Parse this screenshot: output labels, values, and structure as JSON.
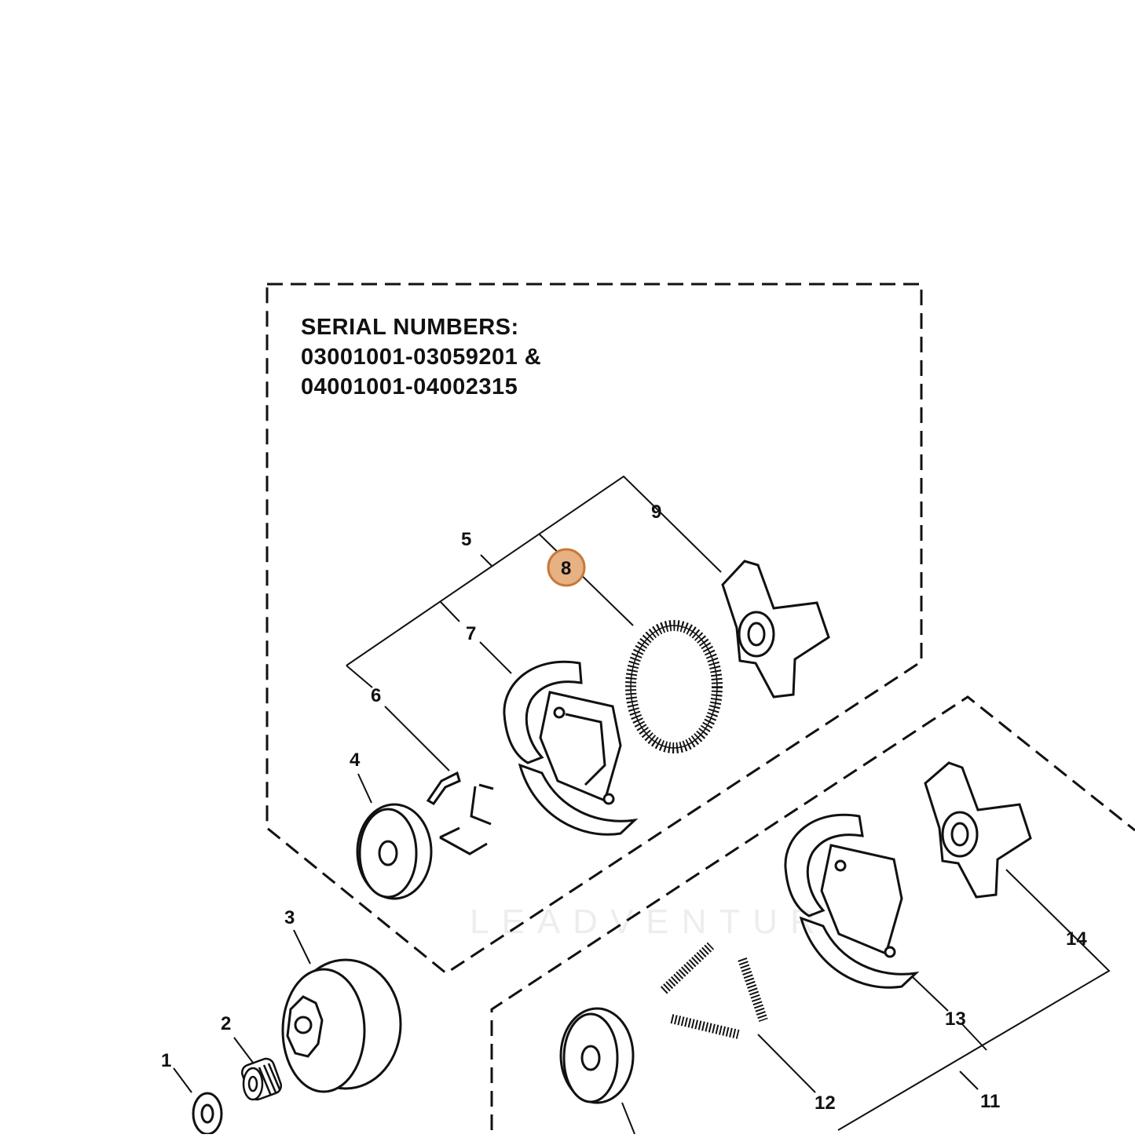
{
  "serial_box": {
    "line1": "SERIAL NUMBERS:",
    "line2": "03001001-03059201 &",
    "line3": "04001001-04002315"
  },
  "callouts": {
    "c1": "1",
    "c2": "2",
    "c3": "3",
    "c4": "4",
    "c5": "5",
    "c6": "6",
    "c7": "7",
    "c8": "8",
    "c9": "9",
    "c11": "11",
    "c12": "12",
    "c13": "13",
    "c14": "14"
  },
  "highlight_color": "#e6b183",
  "highlight_stroke": "#c8793a",
  "watermark": "LEADVENTUR"
}
